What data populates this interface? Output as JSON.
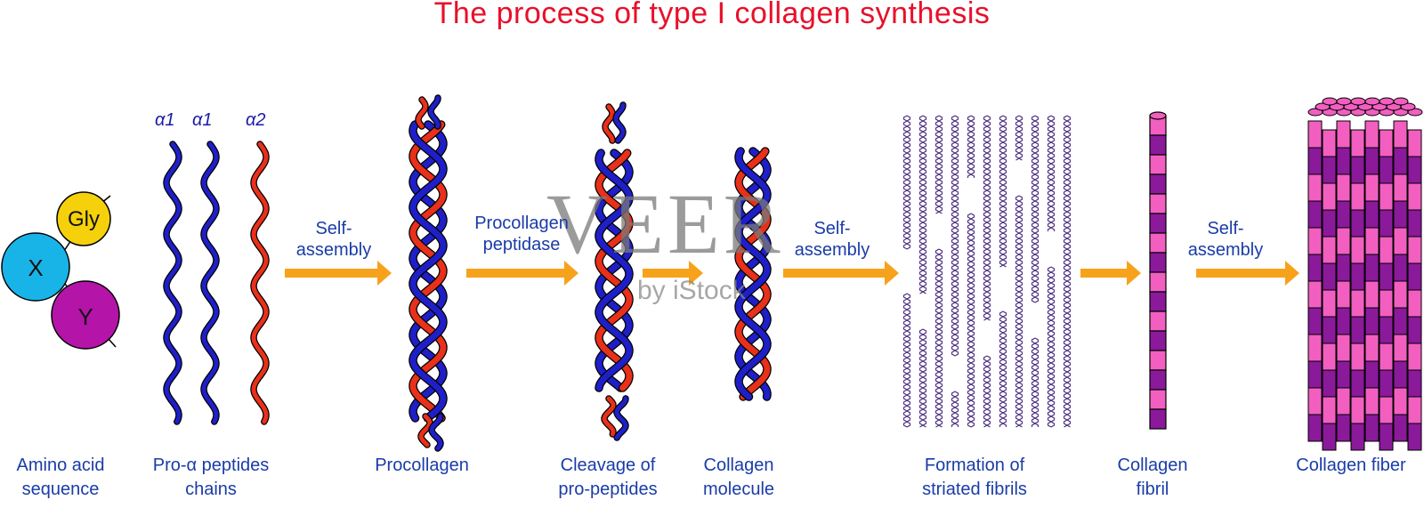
{
  "title": "The process of type I collagen synthesis",
  "amino": {
    "gly": "Gly",
    "x": "X",
    "y": "Y"
  },
  "chains": {
    "a1_first": "α1",
    "a1_second": "α1",
    "a2": "α2"
  },
  "arrows": {
    "self_assembly_1": "Self-\nassembly",
    "procollagen_peptidase": "Procollagen\npeptidase",
    "self_assembly_2": "Self-\nassembly",
    "self_assembly_3": "Self-\nassembly"
  },
  "captions": {
    "amino_acid_line1": "Amino acid",
    "amino_acid_line2": "sequence",
    "pro_alpha_line1": "Pro-α peptides",
    "pro_alpha_line2": "chains",
    "procollagen": "Procollagen",
    "cleavage_line1": "Cleavage of",
    "cleavage_line2": "pro-peptides",
    "collagen_mol_line1": "Collagen",
    "collagen_mol_line2": "molecule",
    "striated_line1": "Formation of",
    "striated_line2": "striated fibrils",
    "fibril_line1": "Collagen",
    "fibril_line2": "fibril",
    "fiber": "Collagen fiber"
  },
  "watermark": {
    "brand": "VEER",
    "sub": "by iStock"
  },
  "colors": {
    "title": "#e8102a",
    "caption": "#1a3ca8",
    "chain_blue": "#1f1fc8",
    "chain_red": "#e8301a",
    "arrow": "#f7a21b",
    "gly": "#f5d10c",
    "x": "#18b4e8",
    "y": "#b514a8",
    "fibril_pink": "#f25fc0",
    "fibril_purple": "#8a1a9a",
    "striated": "#4a2a80"
  }
}
